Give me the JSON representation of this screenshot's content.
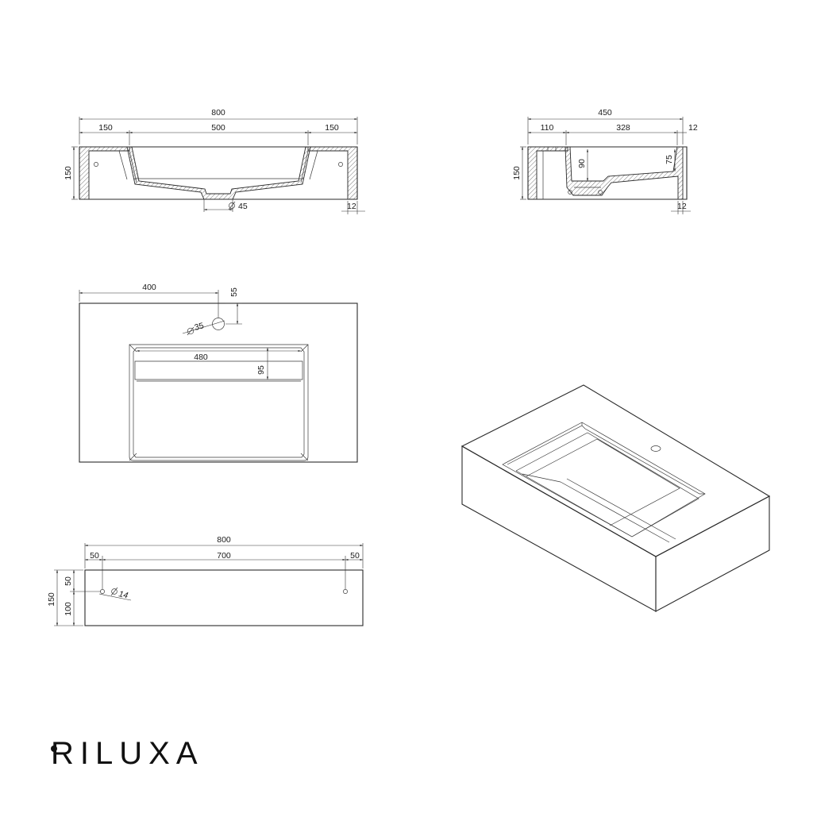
{
  "brand": {
    "name": "RILUXA"
  },
  "front_section": {
    "overall_width": "800",
    "left_ledge": "150",
    "basin_width": "500",
    "right_ledge": "150",
    "height": "150",
    "drain_diameter": "45",
    "wall_thickness": "12"
  },
  "side_section": {
    "overall_depth": "450",
    "back_ledge": "110",
    "basin_depth": "328",
    "front_wall": "12",
    "height": "150",
    "basin_inner_height": "90",
    "front_inner_height": "75",
    "bottom_wall": "12"
  },
  "top_view": {
    "tap_offset": "400",
    "tap_setback": "55",
    "tap_diameter": "35",
    "basin_inner_width": "480",
    "slot_depth": "95"
  },
  "back_view": {
    "overall_width": "800",
    "left_offset": "50",
    "hole_spacing": "700",
    "right_offset": "50",
    "height": "150",
    "upper_height": "50",
    "lower_height": "100",
    "mount_hole_diameter": "14"
  }
}
